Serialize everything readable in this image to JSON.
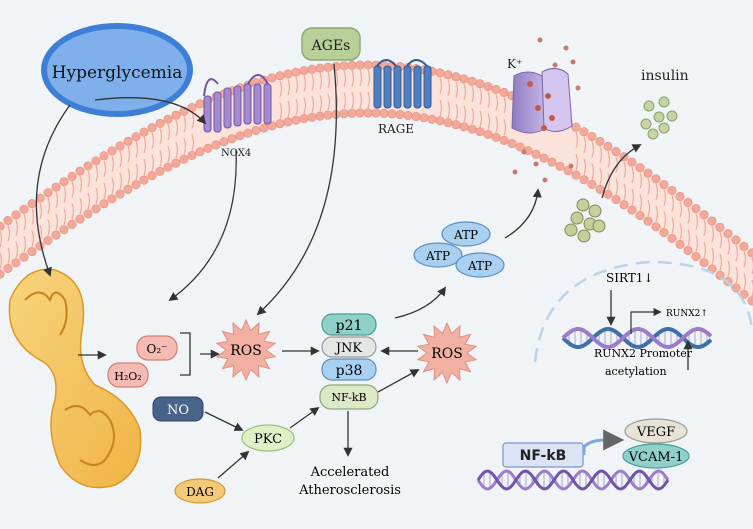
{
  "labels": {
    "hyperglycemia": "Hyperglycemia",
    "ages": "AGEs",
    "nox4": "NOX4",
    "rage": "RAGE",
    "k_ion": "K⁺",
    "insulin": "insulin",
    "atp": "ATP",
    "o2": "O₂⁻",
    "h2o2": "H₂O₂",
    "ros": "ROS",
    "p21": "p21",
    "jnk": "JNK",
    "p38": "p38",
    "nfkb_small": "NF-kB",
    "no": "NO",
    "pkc": "PKC",
    "dag": "DAG",
    "outcome_1": "Accelerated",
    "outcome_2": "Atherosclerosis",
    "sirt1": "SIRT1↓",
    "runx2_small": "RUNX2↑",
    "runx2_promoter": "RUNX2  Promoter",
    "acetylation": "acetylation",
    "nfkb_box": "NF-kB",
    "vegf": "VEGF",
    "vcam1": "VCAM-1"
  },
  "colors": {
    "membrane_head": "#f3a99a",
    "hyperglycemia_fill": "#6ea4e6",
    "ages_fill": "#b9cf9a",
    "ros_star": "#f2b0a3",
    "pill_blue": "#a9d0f0",
    "pill_teal": "#8fd0c9",
    "pill_green": "#cde7b8",
    "no_fill": "#48638a",
    "dag_fill": "#f5c97a",
    "mito": "#f3c15b",
    "vesicle": "#b9c78f",
    "dna_blue": "#3e6fa8",
    "dna_purple": "#9a7cc8"
  }
}
